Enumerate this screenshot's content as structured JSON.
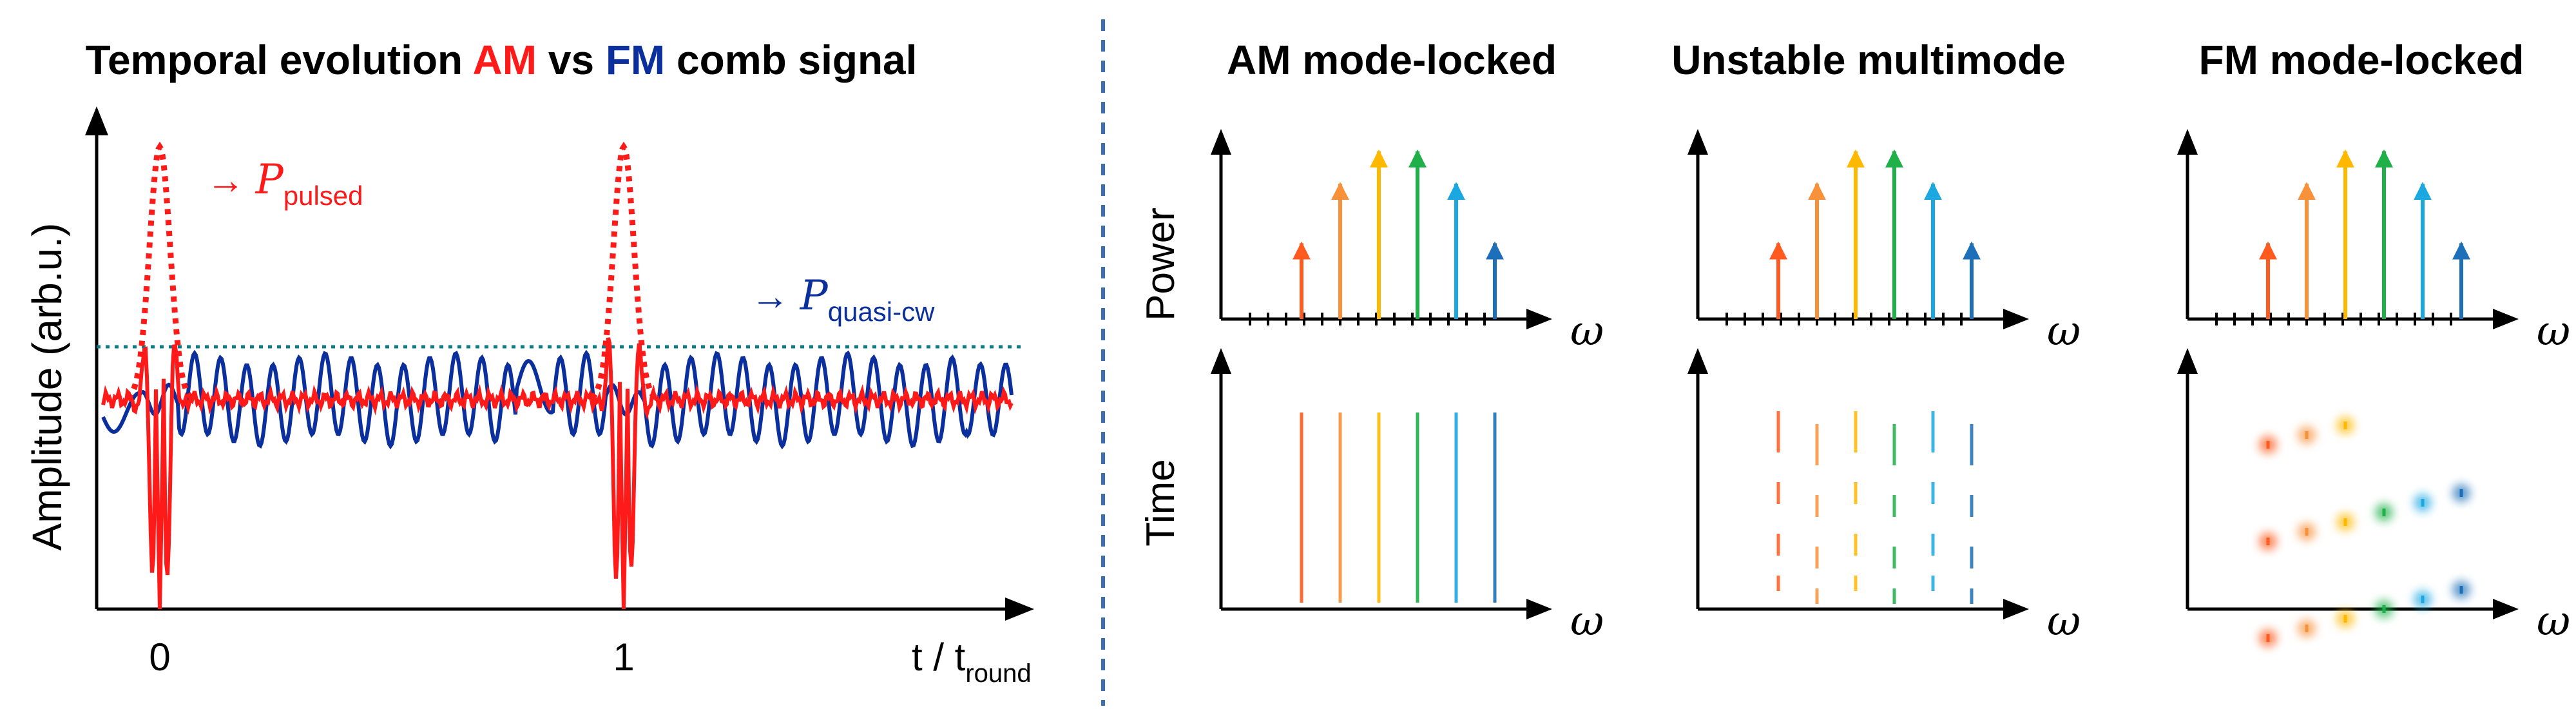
{
  "left_panel": {
    "title_prefix": "Temporal evolution ",
    "title_am": "AM",
    "title_mid": " vs ",
    "title_fm": "FM",
    "title_suffix": " comb signal",
    "ylabel": "Amplitude (arb.u.)",
    "xlabel_main": "t / t",
    "xlabel_sub": "round",
    "tick_labels": [
      "0",
      "1"
    ],
    "pulsed_arrow": "→ ",
    "pulsed_symbol": "P",
    "pulsed_sub": "pulsed",
    "cw_arrow": "→ ",
    "cw_symbol": "P",
    "cw_sub": "quasi-cw"
  },
  "panels": [
    {
      "title": "AM mode-locked",
      "power_label": "Power",
      "time_label": "Time",
      "omega": "ω"
    },
    {
      "title": "Unstable multimode",
      "omega": "ω"
    },
    {
      "title": "FM mode-locked",
      "omega": "ω"
    }
  ],
  "colors": {
    "am": "#ff1a1a",
    "fm": "#0b2f9c",
    "modes": [
      "#ff5a1f",
      "#f7913a",
      "#ffb800",
      "#1fb04a",
      "#1ba7e0",
      "#1c6fb8"
    ]
  },
  "chart_data": {
    "type": "line",
    "x": [
      0,
      1
    ],
    "series": [
      {
        "values": [
          1,
          1
        ]
      },
      {
        "values": [
          0.55,
          0.55
        ]
      }
    ],
    "modes_power": [
      0.28,
      0.5,
      0.62,
      0.62,
      0.5,
      0.28
    ]
  }
}
